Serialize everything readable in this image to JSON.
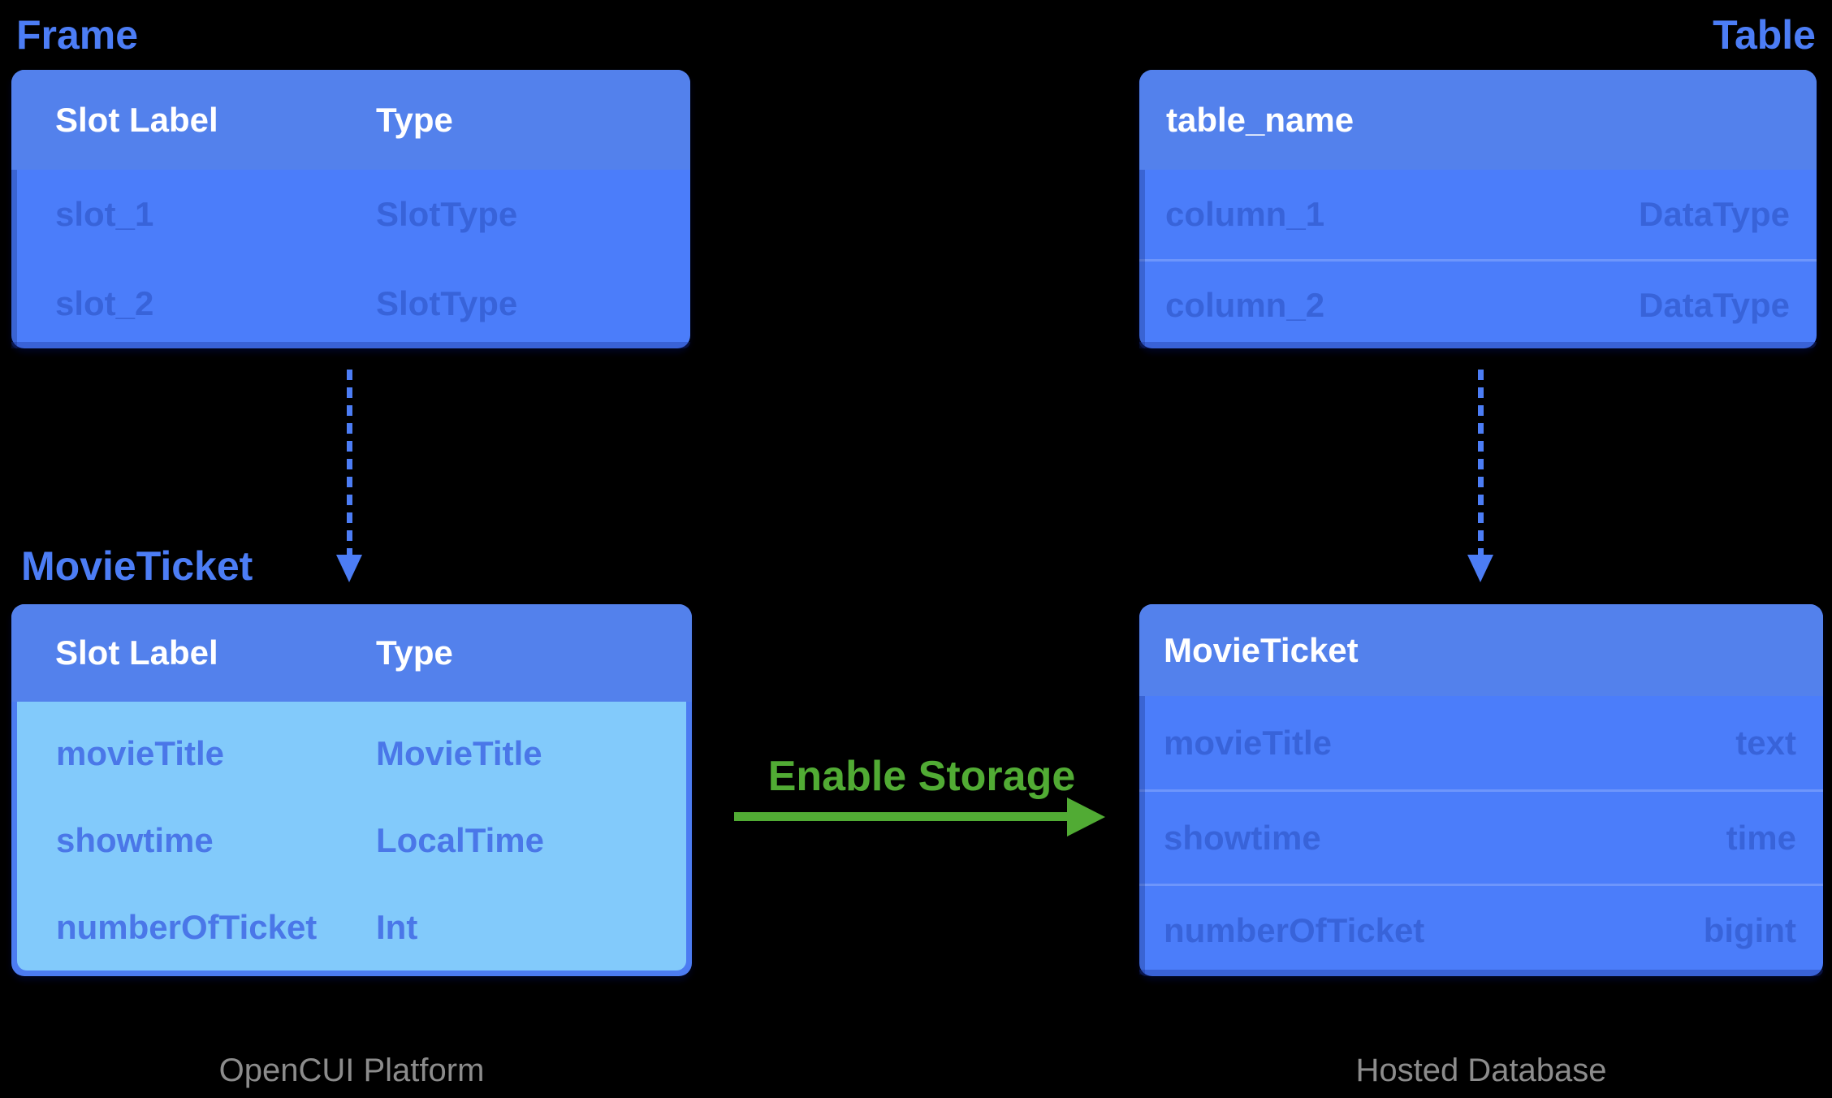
{
  "palette": {
    "bg": "#000000",
    "label_blue": "#4C7DF5",
    "header_blue": "#5381EC",
    "body_blue": "#4B7DFA",
    "box_border_blue": "#4C7CF2",
    "light_blue": "#82CAFB",
    "slot_text_blue": "#4A77E8",
    "faded_text": "rgba(18,46,150,0.32)",
    "divider": "rgba(215,228,255,0.25)",
    "groove": "rgba(15,35,110,0.28)",
    "inset_bottom": "rgba(25,50,150,0.35)",
    "arrow_blue": "#4C7DF5",
    "green": "#51AB34",
    "gray": "#8C8C8C"
  },
  "left": {
    "frame_label": "Frame",
    "frame_box": {
      "col1": "Slot Label",
      "col2": "Type",
      "rows": [
        {
          "label": "slot_1",
          "type": "SlotType"
        },
        {
          "label": "slot_2",
          "type": "SlotType"
        }
      ]
    },
    "movieticket_label": "MovieTicket",
    "movieticket_box": {
      "col1": "Slot Label",
      "col2": "Type",
      "rows": [
        {
          "label": "movieTitle",
          "type": "MovieTitle"
        },
        {
          "label": "showtime",
          "type": "LocalTime"
        },
        {
          "label": "numberOfTicket",
          "type": "Int"
        }
      ]
    },
    "caption": "OpenCUI Platform"
  },
  "center": {
    "enable_storage_label": "Enable Storage"
  },
  "right": {
    "table_label": "Table",
    "table_box": {
      "header": "table_name",
      "rows": [
        {
          "label": "column_1",
          "type": "DataType"
        },
        {
          "label": "column_2",
          "type": "DataType"
        }
      ]
    },
    "movieticket_table": {
      "header": "MovieTicket",
      "rows": [
        {
          "label": "movieTitle",
          "type": "text"
        },
        {
          "label": "showtime",
          "type": "time"
        },
        {
          "label": "numberOfTicket",
          "type": "bigint"
        }
      ]
    },
    "caption": "Hosted Database"
  }
}
